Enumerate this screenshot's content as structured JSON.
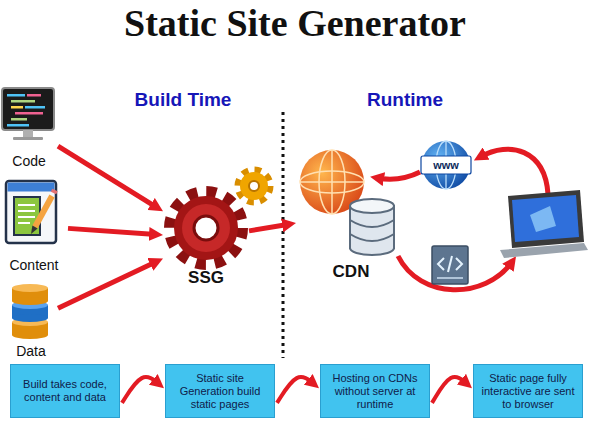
{
  "diagram": {
    "title": "Static Site Generator",
    "nodes": [
      {
        "text": [
          "Code"
        ]
      },
      {
        "text": [
          "Content"
        ]
      },
      {
        "text": [
          "Data"
        ]
      },
      {
        "text": [
          "SSG"
        ]
      },
      {
        "text": [
          "CDN"
        ]
      },
      {
        "text": [
          "Build takes code, content and data"
        ]
      },
      {
        "text": [
          "Static site Generation build static pages"
        ]
      },
      {
        "text": [
          "Hosting on CDNs without server at runtime"
        ]
      },
      {
        "text": [
          "Static page fully interactive are sent to browser"
        ]
      }
    ],
    "edges": [
      {
        "from": 0,
        "to": 3,
        "arrow": "to"
      },
      {
        "from": 1,
        "to": 3,
        "arrow": "to"
      },
      {
        "from": 2,
        "to": 3,
        "arrow": "to"
      },
      {
        "from": 3,
        "to": 4,
        "arrow": "to"
      },
      {
        "from": 5,
        "to": 6,
        "arrow": "to"
      },
      {
        "from": 6,
        "to": 7,
        "arrow": "to"
      },
      {
        "from": 7,
        "to": 8,
        "arrow": "to"
      }
    ],
    "labels": [
      "Build Time",
      "Runtime",
      "www"
    ]
  }
}
